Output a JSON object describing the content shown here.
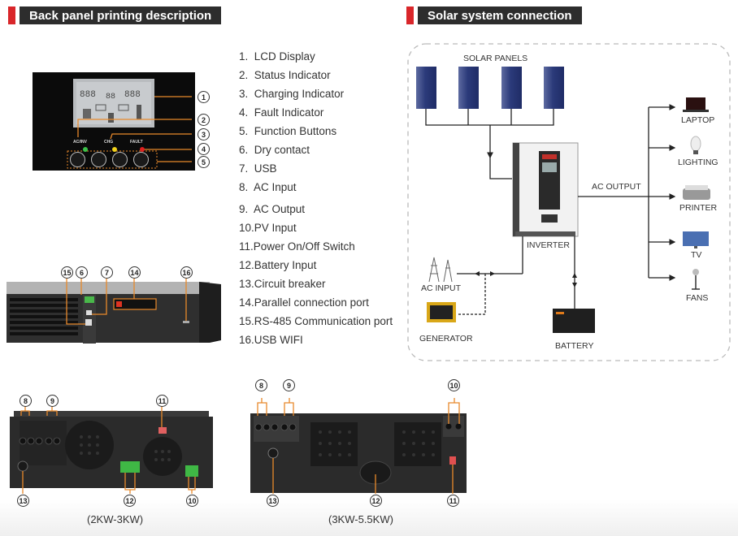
{
  "left_section": {
    "title": "Back panel printing description",
    "legend": [
      {
        "num": "1.",
        "label": "LCD Display"
      },
      {
        "num": "2.",
        "label": "Status Indicator"
      },
      {
        "num": "3.",
        "label": "Charging Indicator"
      },
      {
        "num": "4.",
        "label": "Fault Indicator"
      },
      {
        "num": "5.",
        "label": "Function Buttons"
      },
      {
        "num": "6.",
        "label": "Dry contact"
      },
      {
        "num": "7.",
        "label": "USB"
      },
      {
        "num": "8.",
        "label": "AC Input"
      },
      {
        "num": "9.",
        "label": "AC Output"
      },
      {
        "num": "10.",
        "label": "PV Input"
      },
      {
        "num": "11.",
        "label": "Power On/Off Switch"
      },
      {
        "num": "12.",
        "label": "Battery Input"
      },
      {
        "num": "13.",
        "label": "Circuit breaker"
      },
      {
        "num": "14.",
        "label": "Parallel connection port"
      },
      {
        "num": "15.",
        "label": "RS-485 Communication port"
      },
      {
        "num": "16.",
        "label": "USB WIFI"
      }
    ],
    "front_panel": {
      "callouts": [
        "1",
        "2",
        "3",
        "4",
        "5"
      ],
      "indicators": {
        "status": "AC/INV",
        "charging": "CHG",
        "fault": "FAULT"
      },
      "indicator_colors": {
        "status": "#3bc14a",
        "charging": "#f2d31b",
        "fault": "#e0201f"
      },
      "lcd_digits": [
        "888",
        "88",
        "888"
      ]
    },
    "side_panel": {
      "callouts": [
        "15",
        "6",
        "7",
        "14",
        "16"
      ]
    },
    "rear_small": {
      "callouts_top": [
        "8",
        "9",
        "11"
      ],
      "callouts_bottom": [
        "13",
        "12",
        "10"
      ],
      "caption": "(2KW-3KW)"
    },
    "rear_large": {
      "callouts_top": [
        "8",
        "9",
        "10"
      ],
      "callouts_bottom": [
        "13",
        "12",
        "11"
      ],
      "caption": "(3KW-5.5KW)"
    }
  },
  "right_section": {
    "title": "Solar system connection",
    "labels": {
      "solar_panels": "SOLAR PANELS",
      "inverter": "INVERTER",
      "ac_output": "AC OUTPUT",
      "ac_input": "AC INPUT",
      "generator": "GENERATOR",
      "battery": "BATTERY"
    },
    "loads": [
      "LAPTOP",
      "LIGHTING",
      "PRINTER",
      "TV",
      "FANS"
    ]
  },
  "colors": {
    "accent_red": "#d9262a",
    "header_dark": "#2d2d2d",
    "callout_orange": "#e8892b"
  }
}
